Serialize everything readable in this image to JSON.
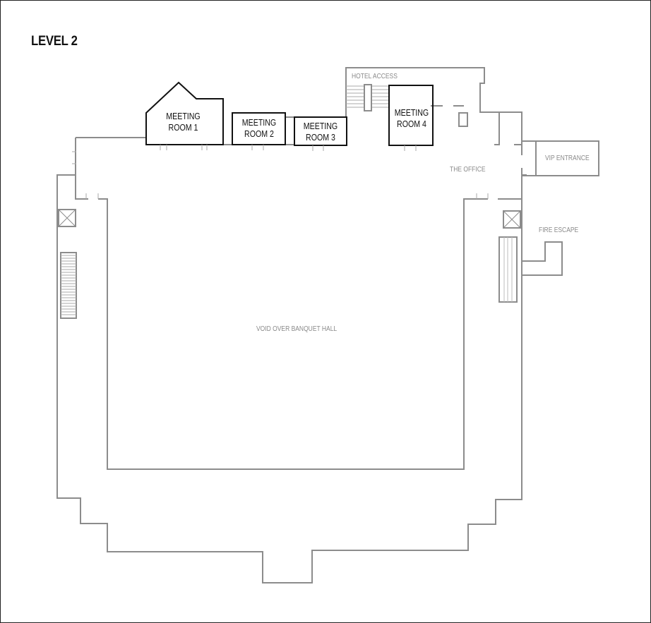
{
  "map": {
    "title": "LEVEL 2",
    "rooms": [
      {
        "id": "meeting-room-1",
        "line1": "MEETING",
        "line2": "ROOM 1"
      },
      {
        "id": "meeting-room-2",
        "line1": "MEETING",
        "line2": "ROOM 2"
      },
      {
        "id": "meeting-room-3",
        "line1": "MEETING",
        "line2": "ROOM 3"
      },
      {
        "id": "meeting-room-4",
        "line1": "MEETING",
        "line2": "ROOM 4"
      }
    ],
    "areas": {
      "hotel_access": "HOTEL ACCESS",
      "the_office": "THE OFFICE",
      "vip_entrance": "VIP ENTRANCE",
      "fire_escape": "FIRE ESCAPE",
      "void": "VOID OVER BANQUET HALL"
    },
    "colors": {
      "wall": "#8c8c8c",
      "room_wall": "#111111",
      "label_grey": "#8a8a8a",
      "frame": "#222222"
    }
  }
}
